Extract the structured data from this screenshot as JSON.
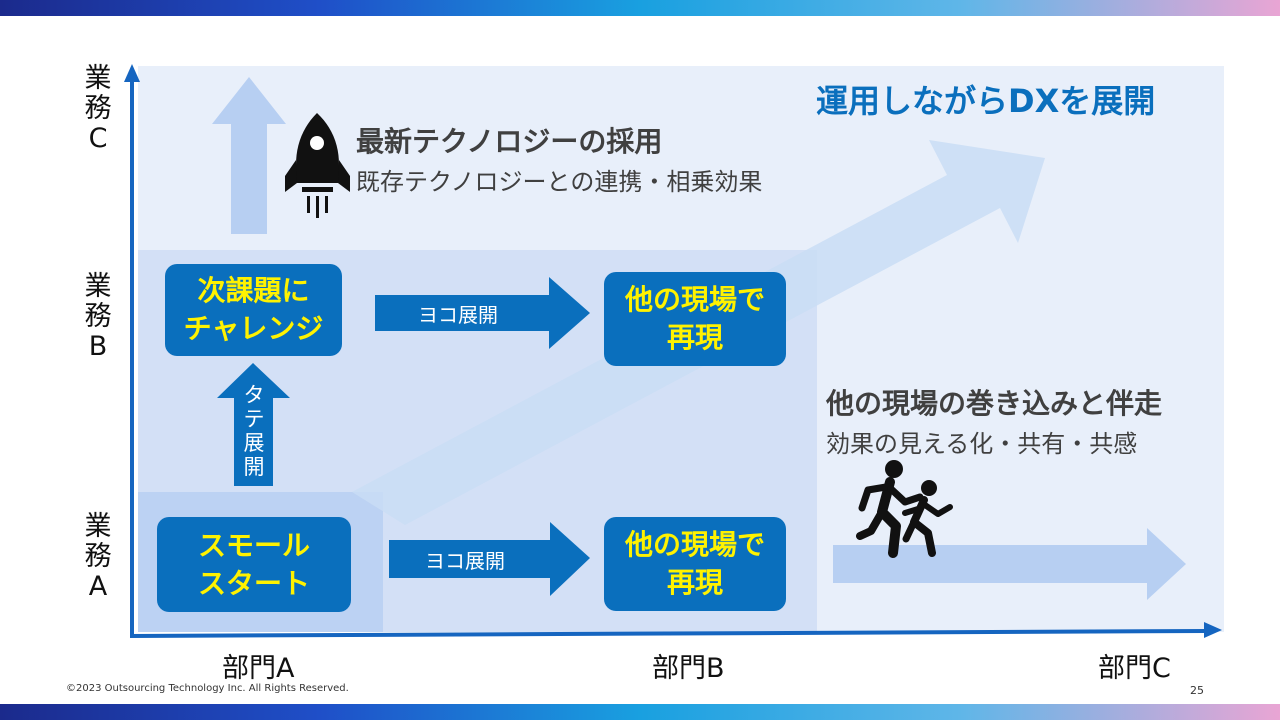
{
  "title": "運用しながらDXを展開",
  "axes": {
    "y_labels": [
      {
        "lines": [
          "業",
          "務",
          "C"
        ]
      },
      {
        "lines": [
          "業",
          "務",
          "B"
        ]
      },
      {
        "lines": [
          "業",
          "務",
          "A"
        ]
      }
    ],
    "x_labels": [
      "部門A",
      "部門B",
      "部門C"
    ]
  },
  "boxes": {
    "small_start": [
      "スモール",
      "スタート"
    ],
    "next_challenge": [
      "次課題に",
      "チャレンジ"
    ],
    "reproduce_b": [
      "他の現場で",
      "再現"
    ],
    "reproduce_a": [
      "他の現場で",
      "再現"
    ]
  },
  "arrows": {
    "yoko_top": "ヨコ展開",
    "yoko_bottom": "ヨコ展開",
    "tate": [
      "タ",
      "テ",
      "展",
      "開"
    ]
  },
  "technology": {
    "heading": "最新テクノロジーの採用",
    "sub": "既存テクノロジーとの連携・相乗効果"
  },
  "involvement": {
    "heading": "他の現場の巻き込みと伴走",
    "sub": "効果の見える化・共有・共感"
  },
  "footer": {
    "copyright": "©2023 Outsourcing Technology Inc. All Rights Reserved.",
    "page_number": "25"
  },
  "colors": {
    "accent_blue": "#0a6fbd",
    "highlight_yellow": "#fff200",
    "axis_blue": "#1565c0",
    "light_arrow": "#b7cff2"
  },
  "icons": [
    "rocket-icon",
    "running-people-icon"
  ]
}
